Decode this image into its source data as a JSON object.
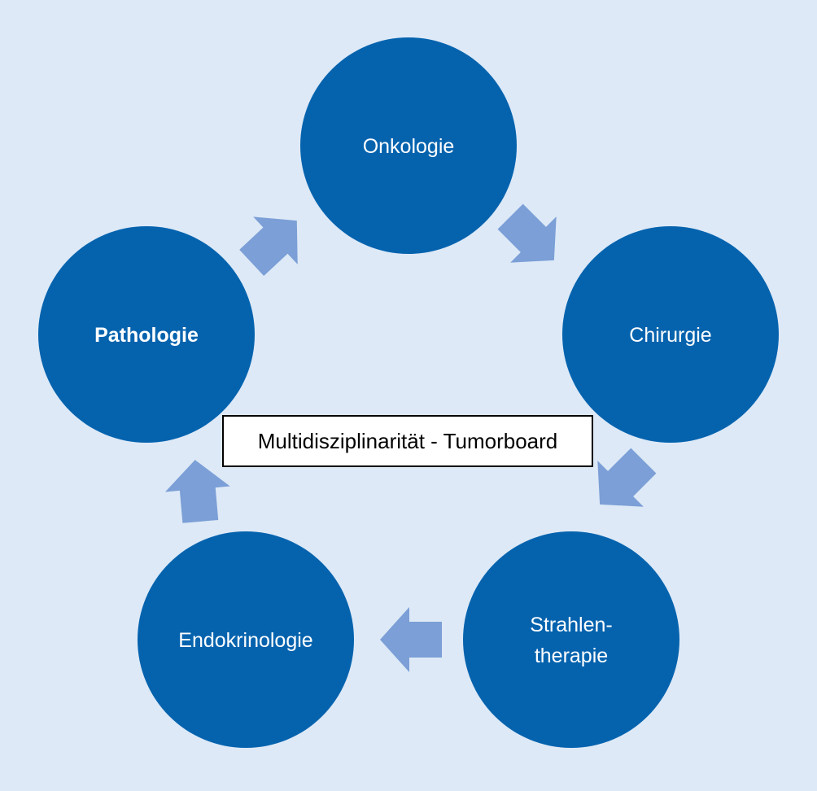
{
  "colors": {
    "background": "#dde9f7",
    "node_fill": "#0563ae",
    "arrow_fill": "#7b9fd6",
    "node_text": "#ffffff",
    "box_border": "#000000"
  },
  "nodes": [
    {
      "id": "onkologie",
      "lines": [
        "Onkologie"
      ],
      "bold": false
    },
    {
      "id": "chirurgie",
      "lines": [
        "Chirurgie"
      ],
      "bold": false
    },
    {
      "id": "strahlentherapie",
      "lines": [
        "Strahlen-",
        "therapie"
      ],
      "bold": false
    },
    {
      "id": "endokrinologie",
      "lines": [
        "Endokrinologie"
      ],
      "bold": false
    },
    {
      "id": "pathologie",
      "lines": [
        "Pathologie"
      ],
      "bold": true
    }
  ],
  "center_label": "Multidisziplinarität - Tumorboard",
  "arrows": [
    {
      "from": "onkologie",
      "to": "chirurgie"
    },
    {
      "from": "chirurgie",
      "to": "strahlentherapie"
    },
    {
      "from": "strahlentherapie",
      "to": "endokrinologie"
    },
    {
      "from": "endokrinologie",
      "to": "pathologie"
    },
    {
      "from": "pathologie",
      "to": "onkologie"
    }
  ]
}
